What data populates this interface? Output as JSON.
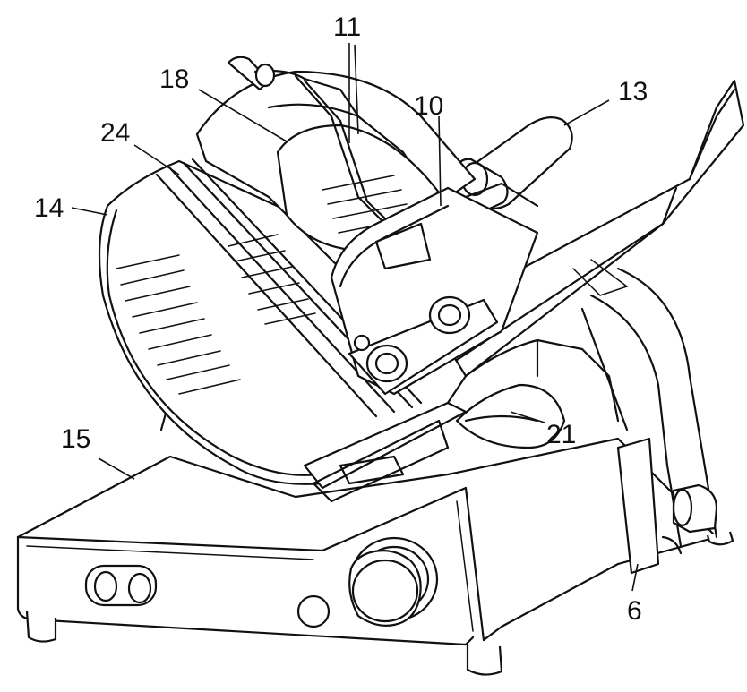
{
  "labels": {
    "l11": "11",
    "l18": "18",
    "l10": "10",
    "l13": "13",
    "l24": "24",
    "l14": "14",
    "l15": "15",
    "l21": "21",
    "l6": "6"
  },
  "colors": {
    "line": "#111111",
    "background": "#ffffff"
  }
}
